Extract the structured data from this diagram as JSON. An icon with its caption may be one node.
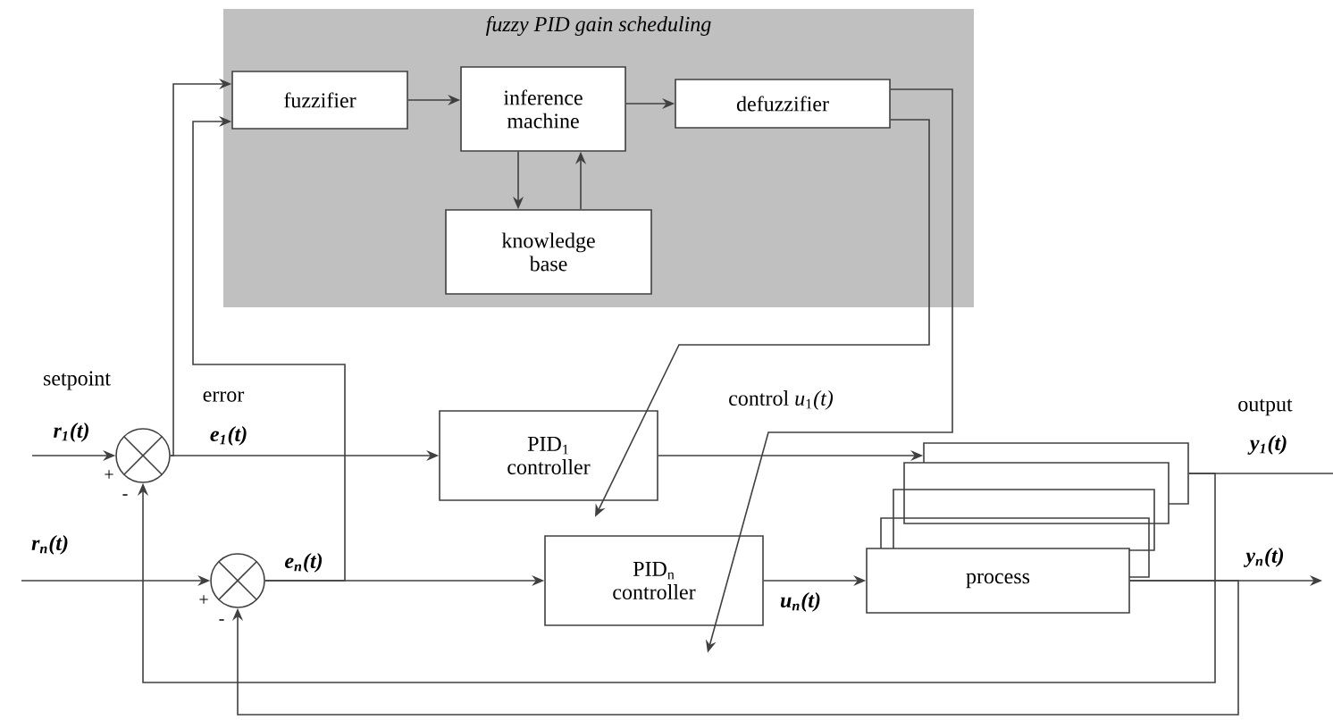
{
  "diagram": {
    "nodes": [
      {
        "text": [
          "fuzzy PID gain scheduling"
        ]
      },
      {
        "text": [
          "fuzzifier"
        ],
        "in": 0
      },
      {
        "text": [
          "inference machine"
        ],
        "in": 0
      },
      {
        "text": [
          "defuzzifier"
        ],
        "in": 0
      },
      {
        "text": [
          "knowledge base"
        ],
        "in": 0
      },
      {
        "text": [],
        "shape": "circle"
      },
      {
        "text": [],
        "shape": "circle"
      },
      {
        "text": [
          "PID$_{1}$ controller"
        ]
      },
      {
        "text": [
          "PID$_{n}$ controller"
        ]
      },
      {
        "text": [],
        "shape": "box"
      },
      {
        "text": [
          "process"
        ]
      }
    ],
    "edges": [
      {
        "from": null,
        "to": 5,
        "arrow": "to"
      },
      {
        "from": null,
        "to": 6,
        "arrow": "to"
      },
      {
        "from": 5,
        "to": 7,
        "arrow": "to"
      },
      {
        "from": 6,
        "to": 8,
        "arrow": "to"
      },
      {
        "from": 5,
        "to": 1,
        "arrow": "to"
      },
      {
        "from": 6,
        "to": 1,
        "arrow": "to"
      },
      {
        "from": 1,
        "to": 2,
        "arrow": "to"
      },
      {
        "from": 2,
        "to": 3,
        "arrow": "to"
      },
      {
        "from": 2,
        "to": 4,
        "arrow": "to"
      },
      {
        "from": 4,
        "to": 2,
        "arrow": "to"
      },
      {
        "from": 3,
        "to": 7,
        "arrow": "to"
      },
      {
        "from": 3,
        "to": 8,
        "arrow": "to"
      },
      {
        "from": 7,
        "to": 9,
        "arrow": "to"
      },
      {
        "from": 8,
        "to": 10,
        "arrow": "to"
      },
      {
        "from": 9,
        "to": null,
        "arrow": "none"
      },
      {
        "from": 10,
        "to": null,
        "arrow": "to"
      },
      {
        "from": 9,
        "to": 5,
        "arrow": "to"
      },
      {
        "from": 10,
        "to": 6,
        "arrow": "to"
      }
    ],
    "labels": [
      "setpoint",
      "r$_{1}$(t)",
      "+",
      "-",
      "error",
      "e$_{1}$(t)",
      "control *u*$_{1}$*(t)*",
      "output",
      "y$_{1}$(t)",
      "r$_{n}$(t)",
      "e$_{n}$(t)",
      "+",
      "-",
      "u$_{n}$(t)",
      "y$_{n}$(t)"
    ]
  }
}
